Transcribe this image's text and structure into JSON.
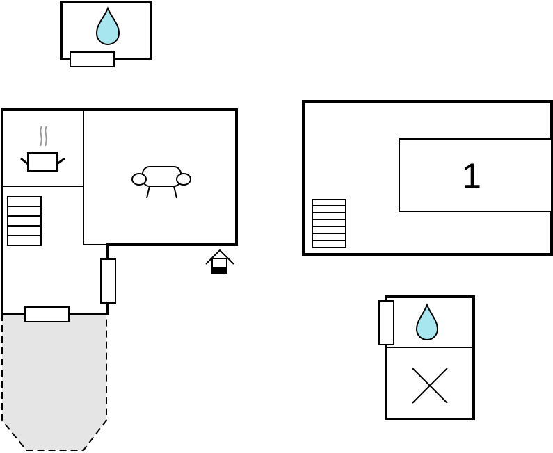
{
  "floor_plan": {
    "rooms": [
      {
        "id": "bathroom-top",
        "icons": [
          "water-drop-icon",
          "window-icon"
        ]
      },
      {
        "id": "kitchen",
        "icons": [
          "cooking-pot-icon"
        ]
      },
      {
        "id": "living-room",
        "icons": [
          "sofa-icon"
        ]
      },
      {
        "id": "hallway",
        "icons": [
          "stairs-icon",
          "window-icon"
        ]
      },
      {
        "id": "terrace",
        "icons": []
      },
      {
        "id": "bedroom-1",
        "label": "1",
        "icons": [
          "bed-icon",
          "stairs-icon"
        ]
      },
      {
        "id": "bathroom-bottom",
        "icons": [
          "water-drop-icon",
          "window-icon"
        ]
      },
      {
        "id": "storage",
        "icons": [
          "cross-icon"
        ]
      }
    ],
    "entrance": {
      "icon": "entrance-arrow-icon"
    },
    "colors": {
      "water": "#a8e6ef",
      "terrace": "#e5e5e5",
      "wall": "#000000"
    }
  }
}
